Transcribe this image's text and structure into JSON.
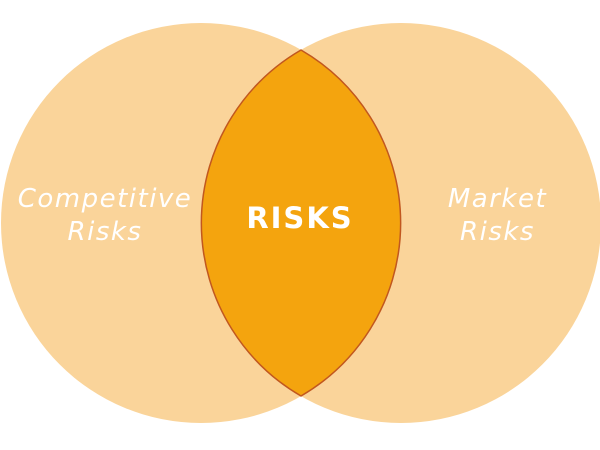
{
  "colors": {
    "circle_fill": "#FAD49A",
    "intersection_fill": "#F4A40E",
    "intersection_stroke": "#C1571F",
    "text": "#FFFFFF"
  },
  "diagram": {
    "left_set": {
      "line1": "Competitive",
      "line2": "Risks"
    },
    "right_set": {
      "line1": "Market",
      "line2": "Risks"
    },
    "intersection": {
      "label": "RISKS"
    }
  }
}
